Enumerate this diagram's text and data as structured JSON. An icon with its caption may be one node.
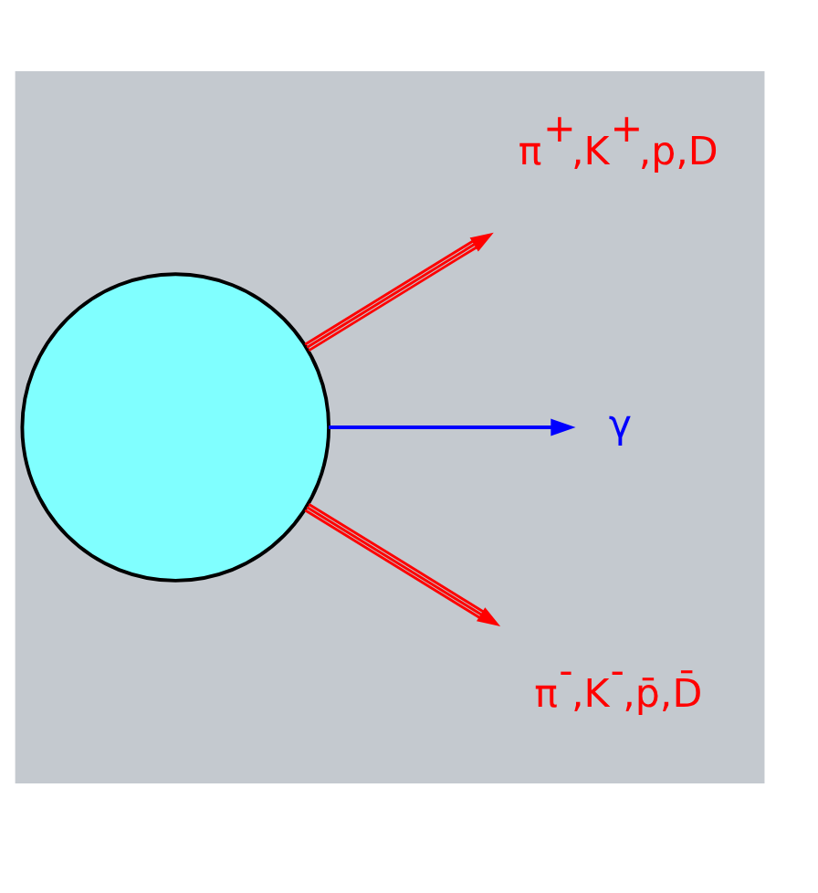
{
  "diagram": {
    "nodes": [
      {
        "text": [],
        "shape": "circle"
      },
      {
        "text": [
          "π$^{+}$,K$^{+}$,p,D"
        ]
      },
      {
        "text": [
          "γ"
        ]
      },
      {
        "text": [
          "π$^{-}$,K$^{-}$,p̄,D̄"
        ]
      }
    ],
    "edges": [
      {
        "from": 0,
        "to": 1,
        "arrow": "to"
      },
      {
        "from": 0,
        "to": 2,
        "arrow": "to",
        "color": "#0000ff"
      },
      {
        "from": 0,
        "to": 3,
        "arrow": "to"
      }
    ]
  }
}
